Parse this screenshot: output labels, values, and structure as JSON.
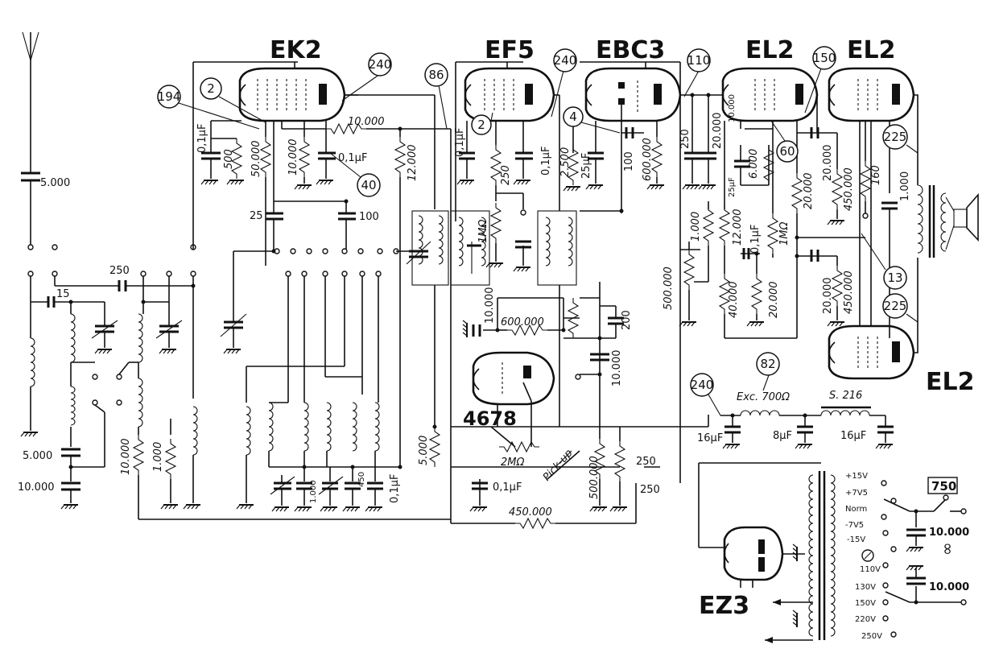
{
  "tubes": {
    "ek2": "EK2",
    "ef5": "EF5",
    "ebc3": "EBC3",
    "el2_a": "EL2",
    "el2_b": "EL2",
    "el2_c": "EL2",
    "ez3": "EZ3"
  },
  "callouts": {
    "c240_ek2": "240",
    "c194": "194",
    "c2_ek2": "2",
    "c40": "40",
    "c86": "86",
    "c240_ef5": "240",
    "c2_ef5": "2",
    "c4": "4",
    "c110": "110",
    "c150": "150",
    "c60": "60",
    "c225_a": "225",
    "c13": "13",
    "c225_b": "225",
    "c240_psu": "240",
    "c82": "82"
  },
  "labels": {
    "ant_cap": "5.000",
    "c5000": "5.000",
    "c10000": "10.000",
    "c250": "250",
    "c15": "15",
    "r10000_ant": "10.000",
    "r1000_ant": "1.000",
    "c25": "25",
    "c100": "100",
    "ek2_c01": "0,1µF",
    "ek2_r500": "500",
    "ek2_r50000": "50.000",
    "ek2_r10000": "10.000",
    "ek2_c01b": "0,1µF",
    "ek2_r10000h": "10.000",
    "ek2_r12000": "12.000",
    "osc_c1000": "1.000",
    "osc_c450": "450",
    "osc_c01": "0,1µF",
    "r5000": "5.000",
    "ef5_c01a": "0,1µF",
    "ef5_r250": "250",
    "ef5_c01b": "0,1µF",
    "ef5_r1m": "1MΩ",
    "ebc3_r2500": "2.500",
    "ebc3_c25": "25µF",
    "ebc3_c100": "100",
    "ebc3_r600k": "600.000",
    "c10000_det": "10.000",
    "r600k_det": "600.000",
    "c200": "200",
    "c10000_b": "10.000",
    "ref4678": "4678",
    "r2m": "2MΩ",
    "pickup": "Pick-up",
    "vol500k": "500.000",
    "tone250a": "250",
    "tone250b": "250",
    "c01_bot": "0,1µF",
    "r450k_bot": "450.000",
    "el_c250": "250",
    "el_r20000a": "20.000",
    "el_c10000": "10.000",
    "el_r500k": "500.000",
    "el_r1000": "1.000",
    "el_r12000": "12.000",
    "el_c25": "25µF",
    "el_r6000": "6.000",
    "el_r40000": "40.000",
    "el_c01": "0,1µF",
    "el_r1m": "1MΩ",
    "el_r20000b": "20.000",
    "el_r20000c": "20.000",
    "el_r20000d": "20.000",
    "el_r450ka": "450.000",
    "el_r160": "160",
    "el_c1000": "1.000",
    "el_r20000e": "20.000",
    "el_r450kb": "450.000",
    "exc": "Exc. 700Ω",
    "s216": "S. 216",
    "c16a": "16µF",
    "c8": "8µF",
    "c16b": "16µF",
    "ps_15p": "+15V",
    "ps_75p": "+7V5",
    "ps_norm": "Norm",
    "ps_75m": "-7V5",
    "ps_15m": "-15V",
    "ps_110": "110V",
    "ps_130": "130V",
    "ps_150": "150V",
    "ps_220": "220V",
    "ps_250": "250V",
    "ref750": "750",
    "ps_c1": "10.000",
    "ps_c2": "10.000",
    "ac_symbol": "∞"
  }
}
